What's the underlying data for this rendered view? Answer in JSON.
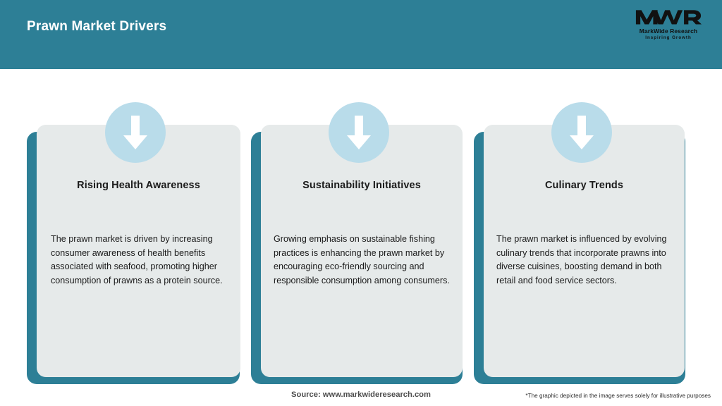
{
  "header": {
    "title": "Prawn Market Drivers",
    "background_color": "#2d7f96",
    "title_color": "#ffffff"
  },
  "logo": {
    "mark": "MWR",
    "name": "MarkWide Research",
    "tagline": "Inspiring Growth"
  },
  "theme": {
    "teal": "#2d7f96",
    "panel_gray": "#e6eaea",
    "badge_blue": "#b9dcea",
    "arrow_white": "#ffffff",
    "text_dark": "#1b1b1b"
  },
  "cards": [
    {
      "icon": "down-arrow-icon",
      "title": "Rising Health Awareness",
      "body": "The prawn market is driven by increasing consumer awareness of health benefits associated with seafood, promoting higher consumption of prawns as a protein source."
    },
    {
      "icon": "down-arrow-icon",
      "title": "Sustainability Initiatives",
      "body": "Growing emphasis on sustainable fishing practices is enhancing the prawn market by encouraging eco-friendly sourcing and responsible consumption among consumers."
    },
    {
      "icon": "down-arrow-icon",
      "title": "Culinary Trends",
      "body": "The prawn market is influenced by evolving culinary trends that incorporate prawns into diverse cuisines, boosting demand in both retail and food service sectors."
    }
  ],
  "footer": {
    "source": "Source: www.markwideresearch.com",
    "disclaimer": "*The graphic depicted in the image serves solely for illustrative purposes"
  }
}
